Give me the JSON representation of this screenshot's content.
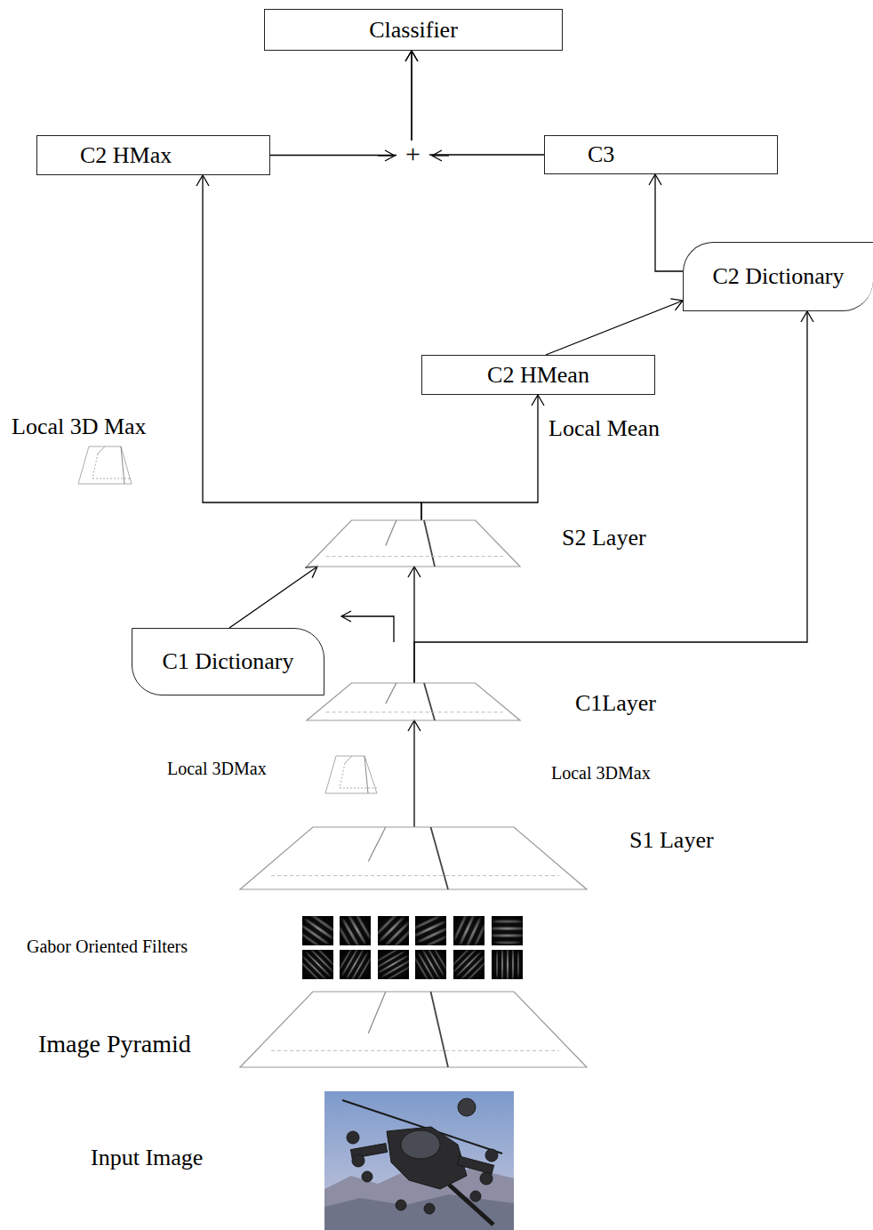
{
  "diagram": {
    "nodes": [
      {
        "text": [
          "Classifier"
        ]
      },
      {
        "text": [
          "C2 HMax"
        ]
      },
      {
        "text": [
          "C3"
        ]
      },
      {
        "text": [
          "C2 Dictionary"
        ]
      },
      {
        "text": [
          "C2 HMean"
        ]
      },
      {
        "text": [
          "S2 Layer"
        ]
      },
      {
        "text": [
          "C1 Dictionary"
        ]
      },
      {
        "text": [
          "C1Layer"
        ]
      },
      {
        "text": [
          "S1 Layer"
        ]
      },
      {
        "text": [
          "Image Pyramid"
        ]
      }
    ],
    "edges": [
      {
        "from": 1,
        "to": 0,
        "arrow": "to"
      },
      {
        "from": 2,
        "to": 0,
        "arrow": "to"
      },
      {
        "from": 5,
        "to": 1,
        "arrow": "to"
      },
      {
        "from": 5,
        "to": 4,
        "arrow": "to"
      },
      {
        "from": 4,
        "to": 3,
        "arrow": "to"
      },
      {
        "from": 3,
        "to": 2,
        "arrow": "to"
      },
      {
        "from": 7,
        "to": 5,
        "arrow": "to"
      },
      {
        "from": 6,
        "to": 5,
        "arrow": "to"
      },
      {
        "from": 7,
        "to": 3,
        "arrow": "to"
      },
      {
        "from": 8,
        "to": 7,
        "arrow": "to"
      }
    ],
    "labels": [
      "+",
      "Local 3D Max",
      "Local Mean",
      "Local 3DMax",
      "Local 3DMax",
      "Gabor Oriented Filters",
      "Input Image"
    ]
  }
}
